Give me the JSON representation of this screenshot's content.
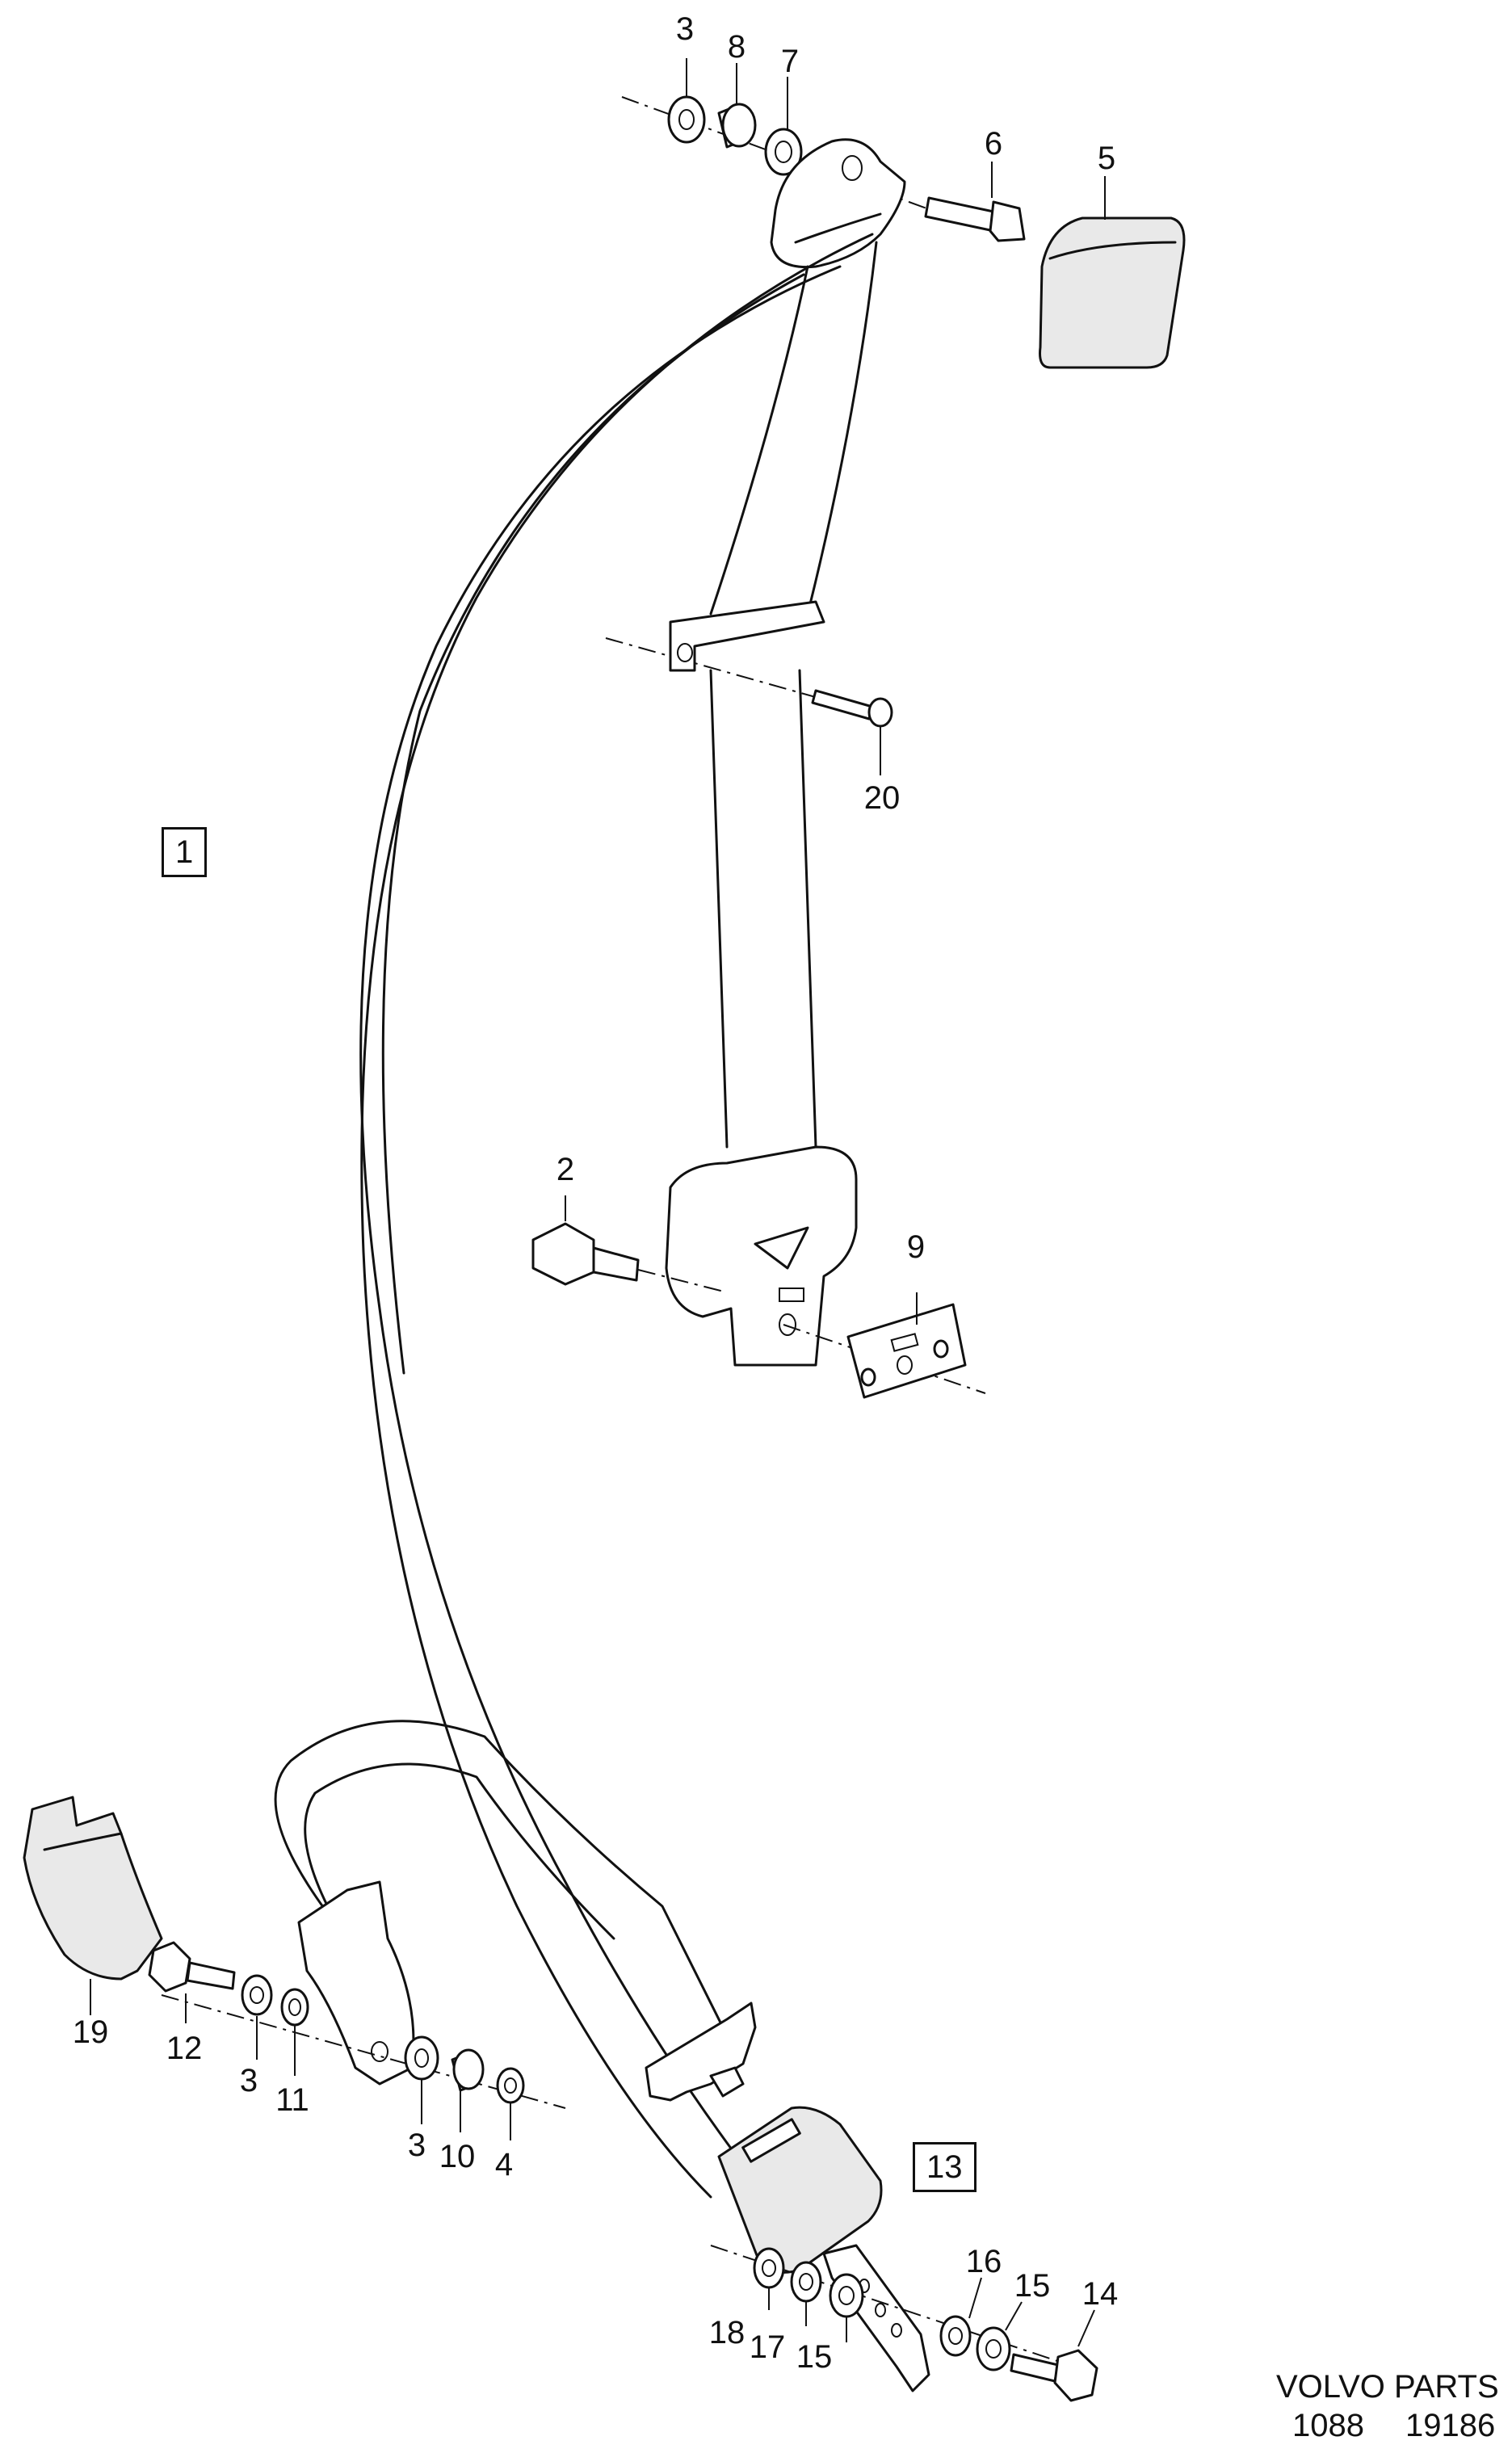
{
  "callouts": {
    "c3_top": "3",
    "c8": "8",
    "c7": "7",
    "c6": "6",
    "c5": "5",
    "c20": "20",
    "c2": "2",
    "c9": "9",
    "c19": "19",
    "c12": "12",
    "c3_left": "3",
    "c11": "11",
    "c3_mid": "3",
    "c10": "10",
    "c4": "4",
    "c16": "16",
    "c15_right": "15",
    "c14": "14",
    "c18": "18",
    "c17": "17",
    "c15_left": "15"
  },
  "assemblies": {
    "a1": "1",
    "a13": "13"
  },
  "footer": {
    "brand": "VOLVO PARTS",
    "code1": "1088",
    "code2": "19186"
  }
}
